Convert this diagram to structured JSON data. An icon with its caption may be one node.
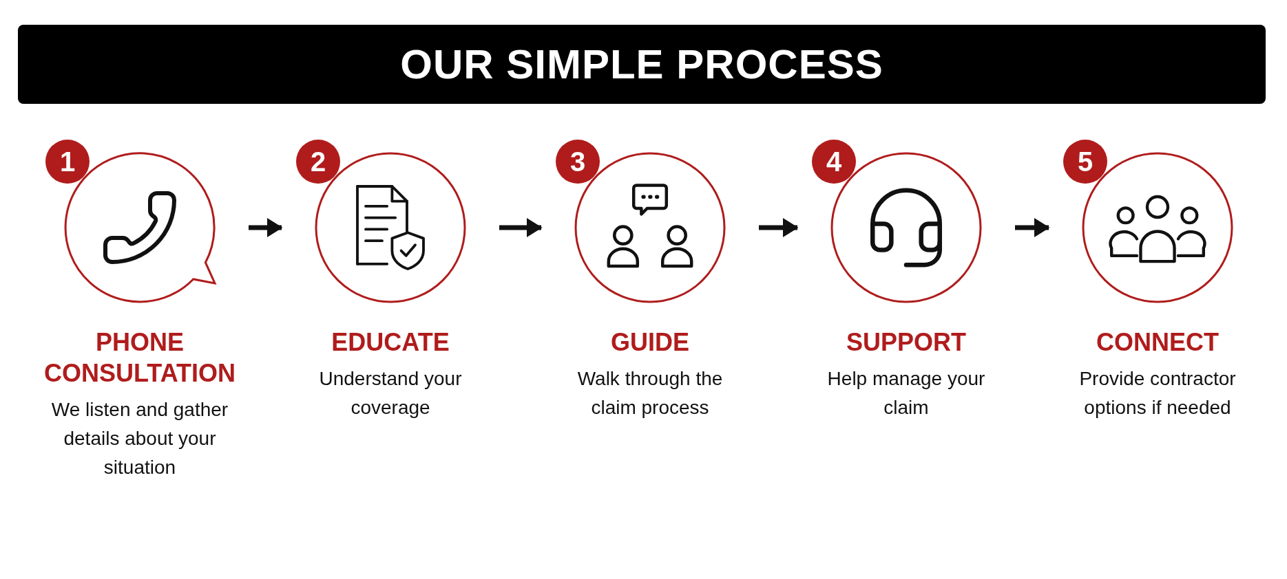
{
  "diagram": {
    "title": "OUR SIMPLE PROCESS",
    "nodes": [
      {
        "text": [
          "1",
          "PHONE CONSULTATION",
          "We listen and gather details about your situation"
        ]
      },
      {
        "text": [
          "2",
          "EDUCATE",
          "Understand your coverage"
        ]
      },
      {
        "text": [
          "3",
          "GUIDE",
          "Walk through the claim process"
        ]
      },
      {
        "text": [
          "4",
          "SUPPORT",
          "Help manage your claim"
        ]
      },
      {
        "text": [
          "5",
          "CONNECT",
          "Provide contractor options if needed"
        ]
      }
    ],
    "edges": [
      {
        "from": 0,
        "to": 1,
        "arrow": "to"
      },
      {
        "from": 1,
        "to": 2,
        "arrow": "to"
      },
      {
        "from": 2,
        "to": 3,
        "arrow": "to"
      },
      {
        "from": 3,
        "to": 4,
        "arrow": "to"
      }
    ]
  }
}
